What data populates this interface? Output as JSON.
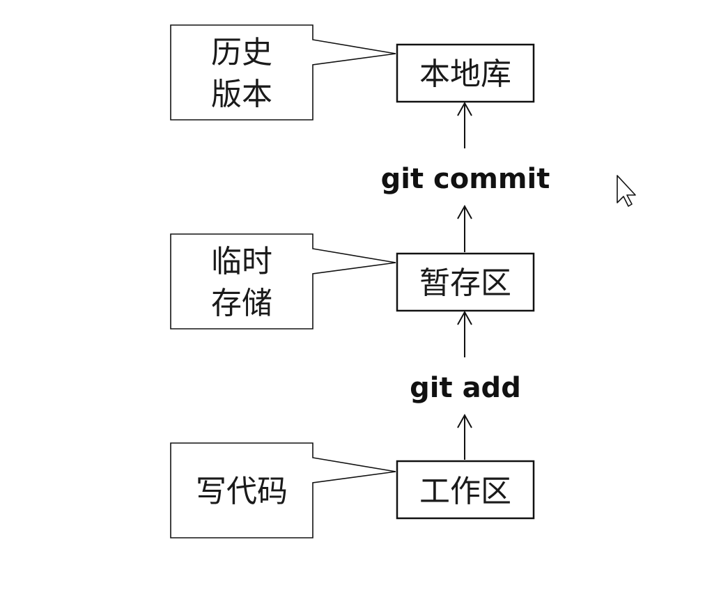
{
  "stages": [
    {
      "label": "本地库"
    },
    {
      "label": "暂存区"
    },
    {
      "label": "工作区"
    }
  ],
  "notes": [
    {
      "lines": [
        "历史",
        "版本"
      ]
    },
    {
      "lines": [
        "临时",
        "存储"
      ]
    },
    {
      "lines": [
        "写代码"
      ]
    }
  ],
  "commands": [
    {
      "label": "git commit"
    },
    {
      "label": "git add"
    }
  ]
}
